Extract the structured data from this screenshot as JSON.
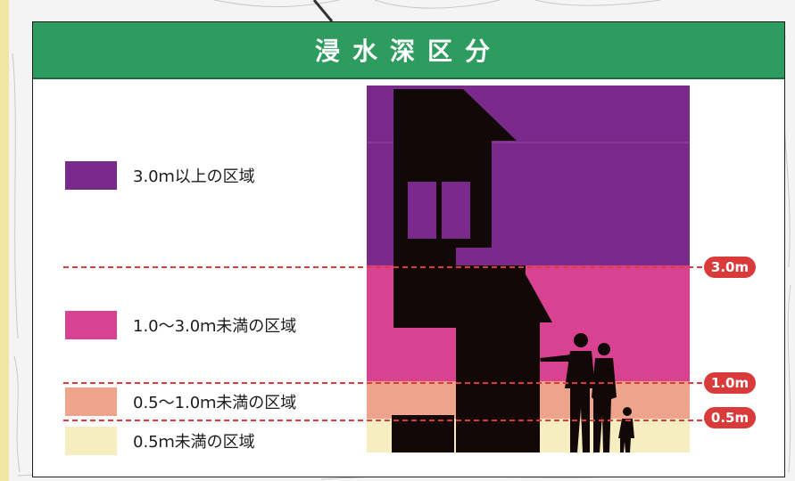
{
  "title": "浸水深区分",
  "legend": [
    {
      "label": "3.0ｍ以上の区域",
      "color": "#7a2a8a"
    },
    {
      "label": "1.0～3.0ｍ未満の区域",
      "color": "#d94290"
    },
    {
      "label": "0.5～1.0ｍ未満の区域",
      "color": "#eea48a"
    },
    {
      "label": "0.5ｍ未満の区域",
      "color": "#f6eec0"
    }
  ],
  "levels": [
    "3.0m",
    "1.0m",
    "0.5m"
  ],
  "colors": {
    "header": "#2e9c5e",
    "marker_line": "#e03a3a",
    "badge": "#d93a3a",
    "silhouette": "#120808"
  },
  "icons": {
    "house": "house-silhouette-icon",
    "people": "family-silhouette-icon"
  }
}
